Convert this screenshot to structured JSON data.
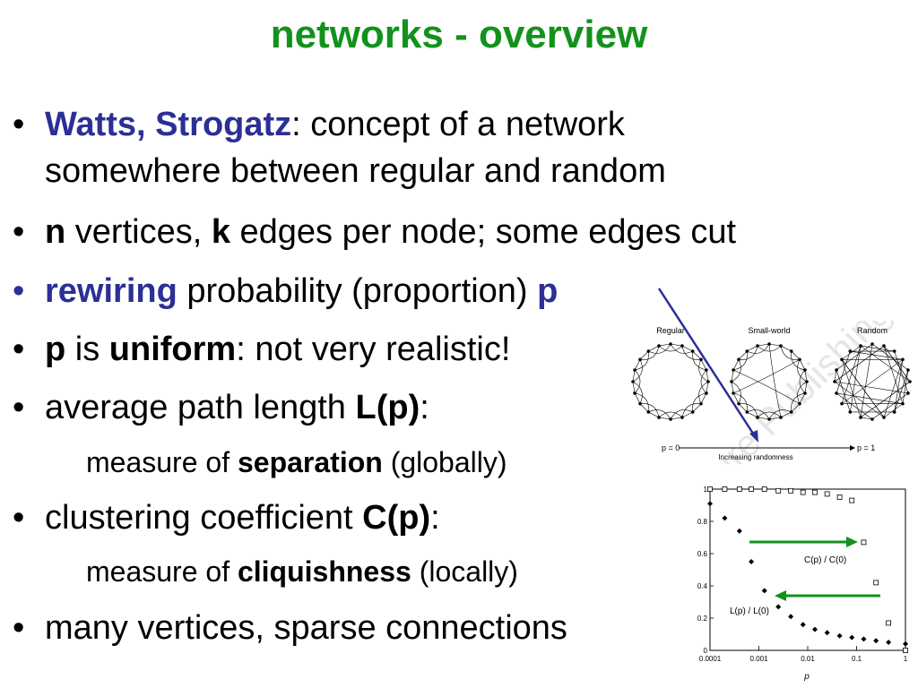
{
  "title": "networks - overview",
  "bullets": [
    {
      "parts": [
        "Watts",
        ", ",
        "Strogatz",
        ": concept of a network"
      ],
      "line2": "somewhere between regular and random"
    },
    {
      "parts": [
        "n",
        " vertices, ",
        "k",
        " edges per node; some edges cut"
      ]
    },
    {
      "parts": [
        "rewiring",
        " probability (proportion) ",
        "p"
      ]
    },
    {
      "parts": [
        "p",
        " is ",
        "uniform",
        ": not very realistic!"
      ]
    },
    {
      "parts": [
        "average path length ",
        "L(p)",
        ":"
      ]
    },
    {
      "parts": [
        "clustering coefficient ",
        "C(p)",
        ":"
      ]
    },
    {
      "parts": [
        "many vertices, sparse connections"
      ]
    }
  ],
  "subs": [
    {
      "parts": [
        "measure of ",
        "separation",
        " (globally)"
      ]
    },
    {
      "parts": [
        "measure of ",
        "cliquishness",
        " (locally)"
      ]
    }
  ],
  "bullet_char": "•",
  "figure_top": {
    "labels": [
      "Regular",
      "Small-world",
      "Random"
    ],
    "p0": "p = 0",
    "p1": "p = 1",
    "axis_label": "Increasing randomness",
    "watermark": "Nature Publishing"
  },
  "figure_bottom": {
    "c_label": "C(p) / C(0)",
    "l_label": "L(p) / L(0)",
    "xlabel": "p",
    "yticks": [
      "0",
      "0.2",
      "0.4",
      "0.6",
      "0.8",
      "1"
    ],
    "xticks": [
      "0.0001",
      "0.001",
      "0.01",
      "0.1",
      "1"
    ]
  },
  "colors": {
    "title": "#12921b",
    "highlight": "#2b2f96",
    "arrow_blue": "#2b2f96",
    "arrow_green": "#12921b"
  },
  "chart_data": {
    "type": "scatter",
    "title": "",
    "xlabel": "p",
    "ylabel": "",
    "xscale": "log",
    "xlim": [
      0.0001,
      1
    ],
    "ylim": [
      0,
      1
    ],
    "grid": false,
    "series": [
      {
        "name": "C(p) / C(0)",
        "marker": "open-square",
        "x": [
          0.0001,
          0.0002,
          0.0004,
          0.0007,
          0.0013,
          0.0025,
          0.0045,
          0.008,
          0.014,
          0.025,
          0.045,
          0.08,
          0.14,
          0.25,
          0.45,
          1.0
        ],
        "y": [
          1.0,
          1.0,
          1.0,
          1.0,
          1.0,
          0.99,
          0.99,
          0.98,
          0.98,
          0.97,
          0.95,
          0.93,
          0.67,
          0.42,
          0.17,
          0.0
        ]
      },
      {
        "name": "L(p) / L(0)",
        "marker": "filled-diamond",
        "x": [
          0.0001,
          0.0002,
          0.0004,
          0.0007,
          0.0013,
          0.0025,
          0.0045,
          0.008,
          0.014,
          0.025,
          0.045,
          0.08,
          0.14,
          0.25,
          0.45,
          1.0
        ],
        "y": [
          0.91,
          0.82,
          0.74,
          0.55,
          0.37,
          0.27,
          0.21,
          0.16,
          0.13,
          0.11,
          0.09,
          0.08,
          0.07,
          0.06,
          0.05,
          0.04
        ]
      }
    ]
  }
}
